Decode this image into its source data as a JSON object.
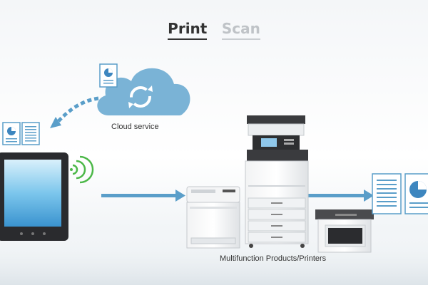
{
  "tabs": [
    {
      "label": "Print",
      "active": true
    },
    {
      "label": "Scan",
      "active": false
    }
  ],
  "labels": {
    "cloud": "Cloud service",
    "printers": "Multifunction Products/Printers"
  },
  "colors": {
    "accent": "#5a9ec9",
    "cloud": "#7ab3d6",
    "signal": "#4cb848",
    "tab_active": "#333333",
    "tab_inactive": "#bfc3c7"
  },
  "icons": [
    "document-icon",
    "cloud-sync-icon",
    "tablet-icon",
    "wifi-signal-icon",
    "mfp-copier-icon",
    "laser-printer-icon",
    "compact-printer-icon"
  ]
}
